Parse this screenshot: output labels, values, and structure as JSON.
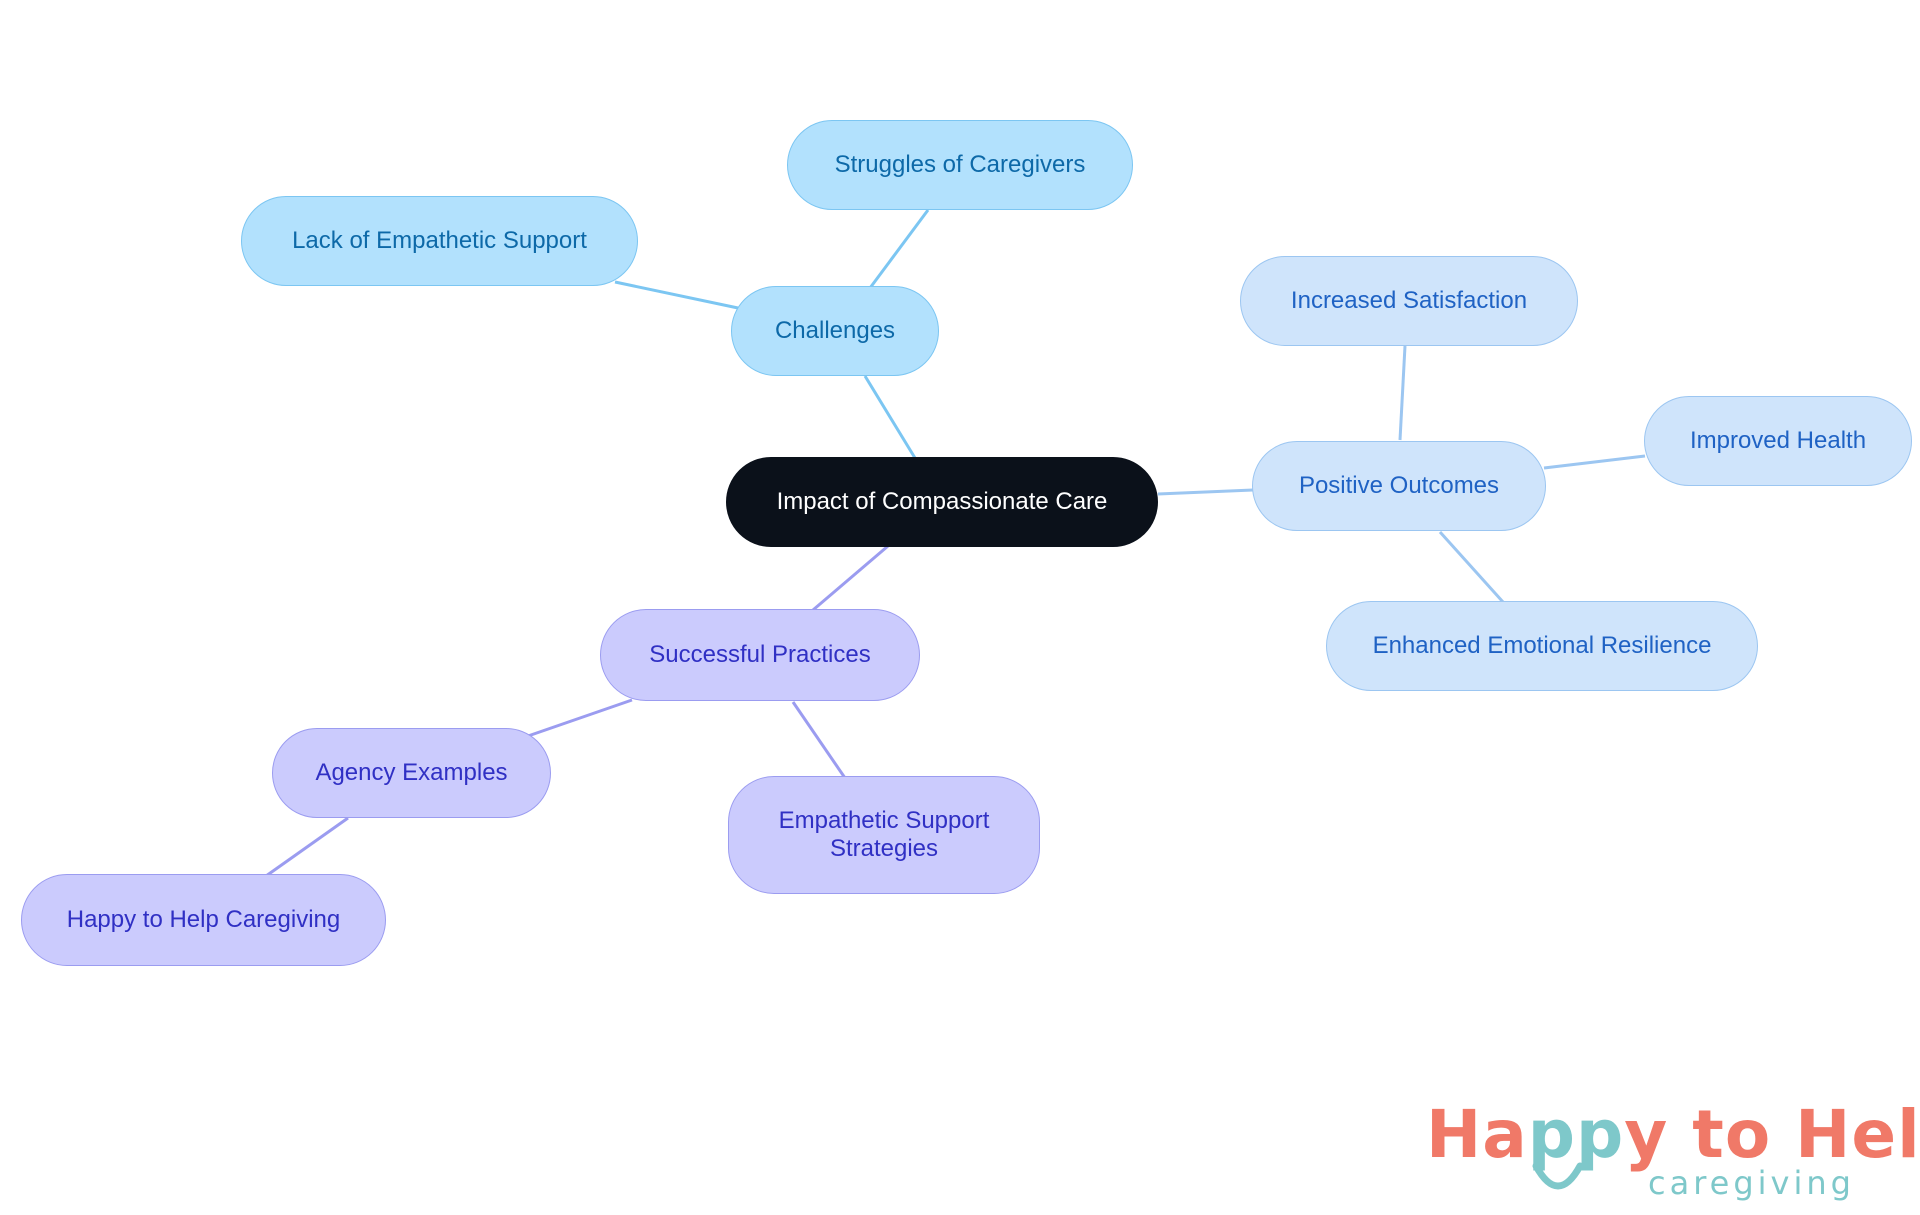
{
  "diagram": {
    "root": {
      "label": "Impact of Compassionate Care"
    },
    "branches": [
      {
        "label": "Challenges",
        "children": [
          {
            "label": "Struggles of Caregivers"
          },
          {
            "label": "Lack of Empathetic Support"
          }
        ]
      },
      {
        "label": "Positive Outcomes",
        "children": [
          {
            "label": "Increased Satisfaction"
          },
          {
            "label": "Improved Health"
          },
          {
            "label": "Enhanced Emotional Resilience"
          }
        ]
      },
      {
        "label": "Successful Practices",
        "children": [
          {
            "label": "Agency Examples",
            "children": [
              {
                "label": "Happy to Help Caregiving"
              }
            ]
          },
          {
            "label": "Empathetic Support\nStrategies"
          }
        ]
      }
    ]
  },
  "logo": {
    "main_part1": "Ha",
    "main_part2": "pp",
    "main_part3": "y to Help",
    "sub": "caregiving"
  },
  "colors": {
    "root_fill": "#0b111a",
    "challenges_fill": "#b2e1fd",
    "challenges_line": "#7cc6f2",
    "outcomes_fill": "#cfe4fb",
    "outcomes_line": "#9cc6f1",
    "practices_fill": "#cbcbfd",
    "practices_line": "#9b9cf0",
    "logo_coral": "#f07968",
    "logo_teal": "#7ec8ca"
  }
}
